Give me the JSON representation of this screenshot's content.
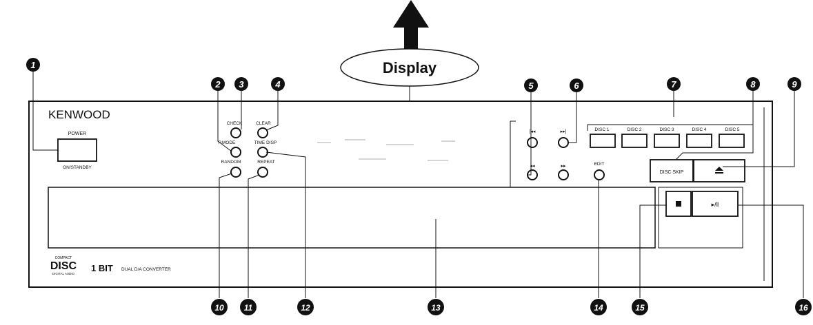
{
  "display_label": "Display",
  "brand": "KENWOOD",
  "power": {
    "label_top": "POWER",
    "label_bottom": "ON/STANDBY"
  },
  "buttons": {
    "check": "CHECK",
    "clear": "CLEAR",
    "p_mode": "P.MODE",
    "time_disp": "TIME DISP",
    "random": "RANDOM",
    "repeat": "REPEAT",
    "edit": "EDIT",
    "disc_skip": "DISC SKIP",
    "eject_icon": "eject-icon",
    "stop_icon": "stop-icon",
    "play_pause_icon": "play-pause-icon"
  },
  "disc_buttons": [
    "DISC 1",
    "DISC 2",
    "DISC 3",
    "DISC 4",
    "DISC 5"
  ],
  "compact_disc_logo": {
    "top": "COMPACT",
    "main": "DISC",
    "bottom": "DIGITAL AUDIO"
  },
  "onebit_label": "1 BIT",
  "dac_label": "DUAL D/A CONVERTER",
  "callouts": [
    "1",
    "2",
    "3",
    "4",
    "5",
    "6",
    "7",
    "8",
    "9",
    "10",
    "11",
    "12",
    "13",
    "14",
    "15",
    "16"
  ],
  "colors": {
    "line": "#111111",
    "fill": "#ffffff"
  }
}
